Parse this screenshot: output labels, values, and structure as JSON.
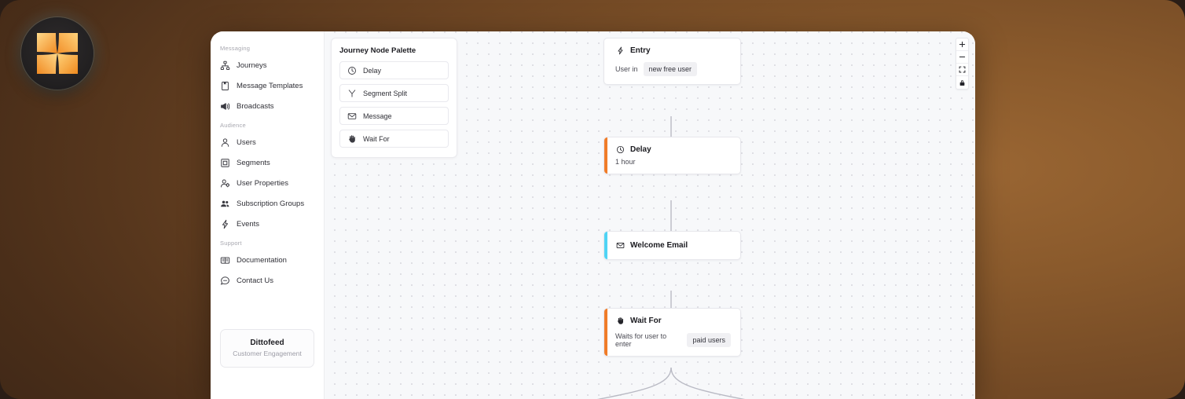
{
  "logo": {
    "icon": "four-point-star-logo",
    "color": "#f5a33c"
  },
  "sidebar": {
    "sections": [
      {
        "label": "Messaging",
        "items": [
          {
            "label": "Journeys",
            "icon": "journeys-icon"
          },
          {
            "label": "Message Templates",
            "icon": "message-templates-icon"
          },
          {
            "label": "Broadcasts",
            "icon": "broadcasts-icon"
          }
        ]
      },
      {
        "label": "Audience",
        "items": [
          {
            "label": "Users",
            "icon": "users-icon"
          },
          {
            "label": "Segments",
            "icon": "segments-icon"
          },
          {
            "label": "User Properties",
            "icon": "user-properties-icon"
          },
          {
            "label": "Subscription Groups",
            "icon": "subscription-groups-icon"
          },
          {
            "label": "Events",
            "icon": "events-icon"
          }
        ]
      },
      {
        "label": "Support",
        "items": [
          {
            "label": "Documentation",
            "icon": "documentation-icon"
          },
          {
            "label": "Contact Us",
            "icon": "contact-us-icon"
          }
        ]
      }
    ],
    "brand": {
      "name": "Dittofeed",
      "tagline": "Customer Engagement"
    }
  },
  "palette": {
    "title": "Journey Node Palette",
    "items": [
      {
        "label": "Delay",
        "icon": "clock-icon"
      },
      {
        "label": "Segment Split",
        "icon": "split-icon"
      },
      {
        "label": "Message",
        "icon": "envelope-icon"
      },
      {
        "label": "Wait For",
        "icon": "hand-icon"
      }
    ]
  },
  "canvas": {
    "nodes": [
      {
        "id": "entry",
        "title": "Entry",
        "icon": "bolt-icon",
        "accent": "none",
        "body_text": "User in",
        "chip": "new free user"
      },
      {
        "id": "delay",
        "title": "Delay",
        "icon": "clock-icon",
        "accent": "#f07c28",
        "sub": "1 hour"
      },
      {
        "id": "welcome-email",
        "title": "Welcome Email",
        "icon": "envelope-icon",
        "accent": "#4fd4f5"
      },
      {
        "id": "wait-for",
        "title": "Wait For",
        "icon": "hand-icon",
        "accent": "#f07c28",
        "body_text": "Waits for user to enter",
        "chip": "paid users"
      }
    ],
    "controls": [
      {
        "name": "zoom-in",
        "glyph": "+"
      },
      {
        "name": "zoom-out",
        "glyph": "−"
      },
      {
        "name": "fit-view",
        "glyph": "fit"
      },
      {
        "name": "lock",
        "glyph": "lock"
      }
    ]
  }
}
